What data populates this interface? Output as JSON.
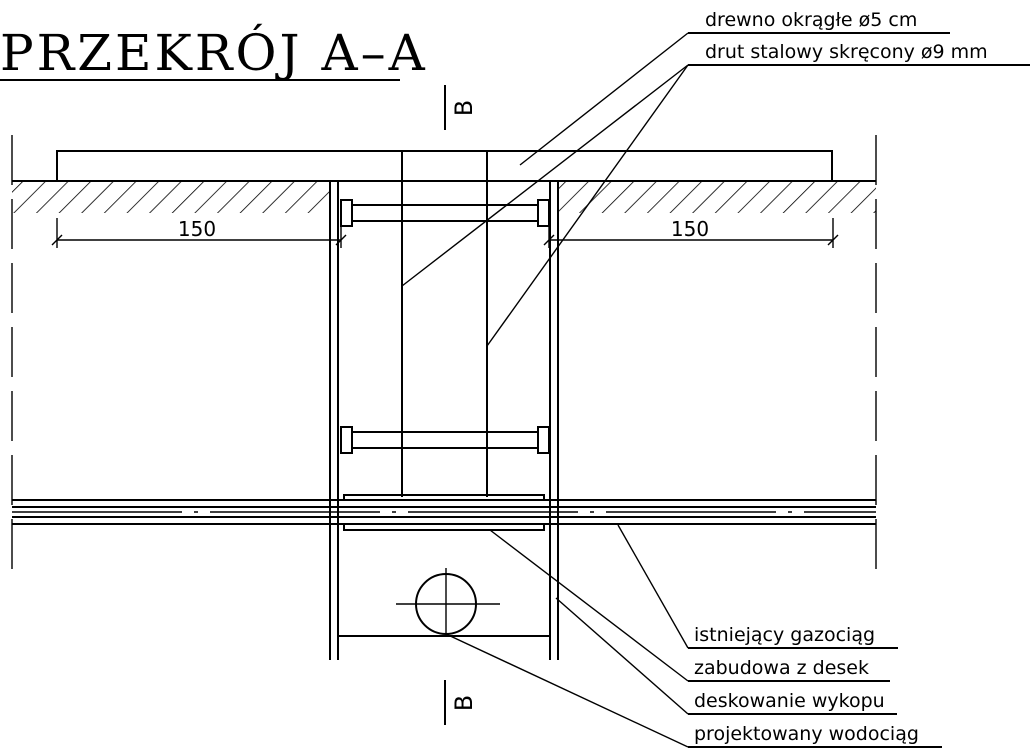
{
  "title": "PRZEKRÓJ A–A",
  "section_mark_top": "B",
  "section_mark_bottom": "B",
  "dimensions": {
    "left": "150",
    "right": "150"
  },
  "labels": {
    "wood": "drewno okrągłe ø5 cm",
    "wire": "drut stalowy skręcony ø9 mm",
    "gas": "istniejący gazociąg",
    "boards": "zabudowa z desek",
    "formwork": "deskowanie wykopu",
    "water": "projektowany wodociąg"
  }
}
